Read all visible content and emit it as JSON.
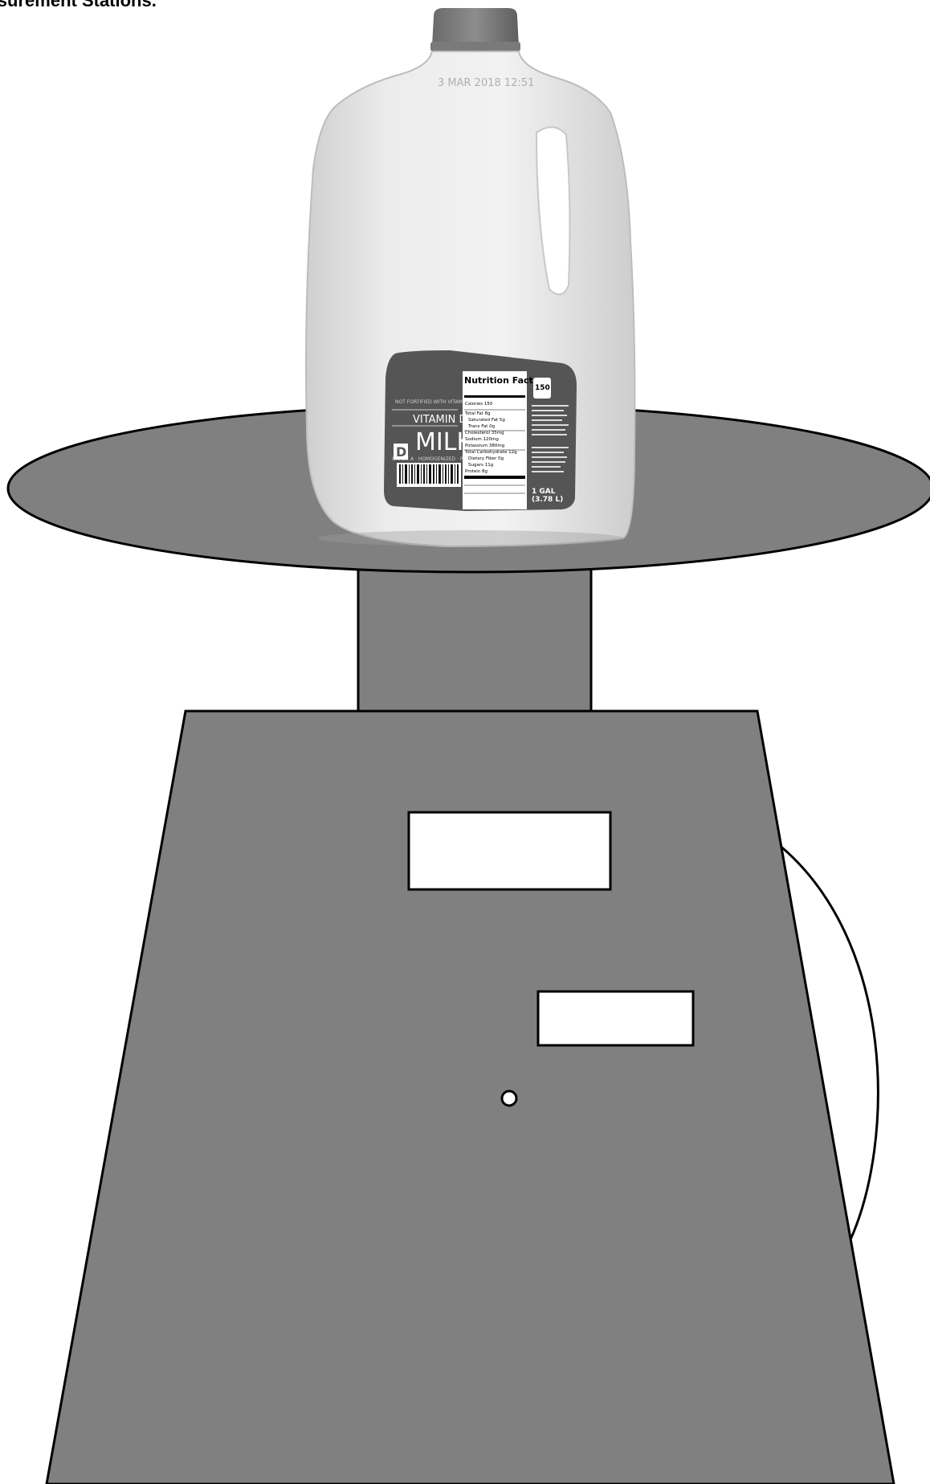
{
  "header": {
    "caption": "Measurement Stations."
  },
  "milk_label": {
    "brand": "VITAMIN D",
    "product": "MILK",
    "nutrition_title": "Nutrition Facts",
    "calories_badge": "150",
    "size": "1 GAL",
    "size_metric": "(3.78 L)",
    "nutrition_rows": [
      "Calories 150",
      "Total Fat 8g",
      "Saturated Fat 5g",
      "Trans Fat 0g",
      "Cholesterol 35mg",
      "Sodium 120mg",
      "Potassium 380mg",
      "Total Carbohydrate 12g",
      "Dietary Fiber 0g",
      "Sugars 11g",
      "Protein 8g"
    ]
  },
  "colors": {
    "scale_gray": "#808080",
    "outline": "#000000",
    "display_white": "#ffffff",
    "jug_white": "#e6e6e6",
    "label_dark": "#555555"
  },
  "icons": {
    "jug": "milk-jug-picture",
    "scale": "weighing-scale-diagram"
  }
}
